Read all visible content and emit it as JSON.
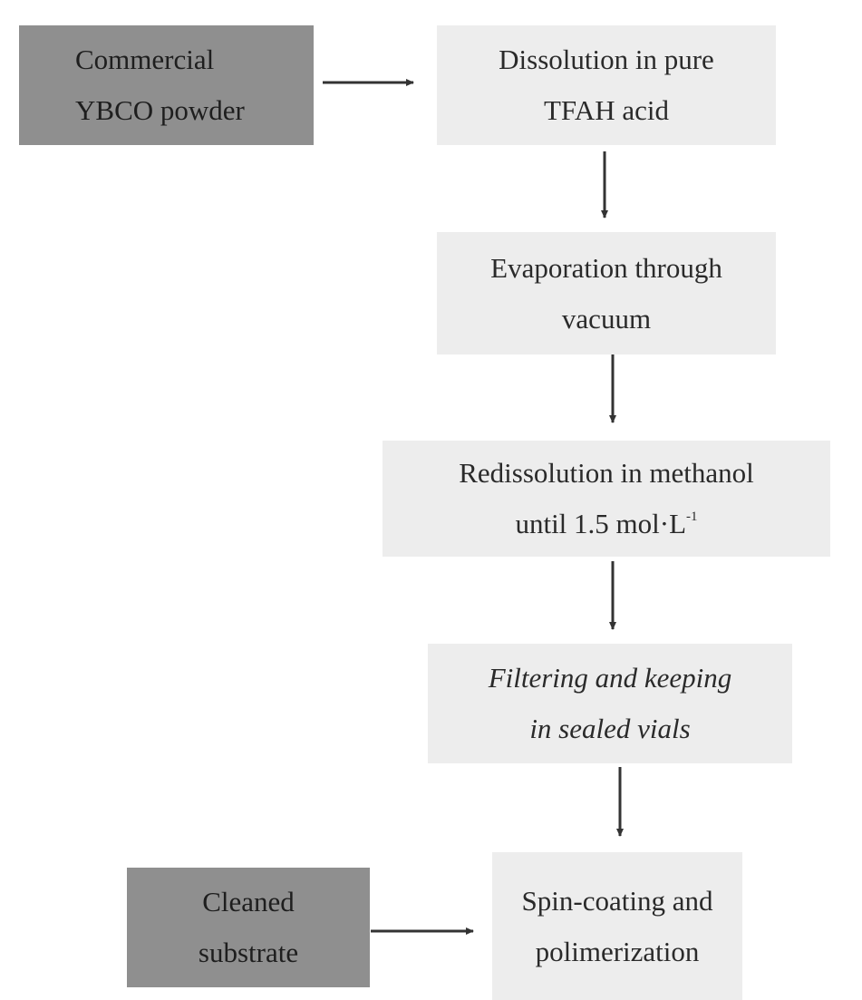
{
  "diagram": {
    "nodes": {
      "ybco": {
        "lines": [
          "Commercial",
          "YBCO powder"
        ],
        "fill": "#8f8f8f"
      },
      "dissolution": {
        "lines": [
          "Dissolution in pure",
          "TFAH acid"
        ],
        "fill": "#ededed"
      },
      "evaporation": {
        "lines": [
          "Evaporation through",
          "vacuum"
        ],
        "fill": "#ededed"
      },
      "redissolution": {
        "line1": "Redissolution in methanol",
        "line2_main": "until 1.5 mol·L",
        "line2_sup": "-1",
        "fill": "#ededed"
      },
      "filtering": {
        "lines": [
          "Filtering and keeping",
          "in sealed vials"
        ],
        "fill": "#ededed"
      },
      "substrate": {
        "lines": [
          "Cleaned",
          "substrate"
        ],
        "fill": "#8f8f8f"
      },
      "spin": {
        "lines": [
          "Spin-coating and",
          "polimerization"
        ],
        "fill": "#ededed"
      }
    },
    "edges": [
      {
        "from": "ybco",
        "to": "dissolution"
      },
      {
        "from": "dissolution",
        "to": "evaporation"
      },
      {
        "from": "evaporation",
        "to": "redissolution"
      },
      {
        "from": "redissolution",
        "to": "filtering"
      },
      {
        "from": "filtering",
        "to": "spin"
      },
      {
        "from": "substrate",
        "to": "spin"
      }
    ],
    "colors": {
      "arrow": "#333333"
    }
  }
}
